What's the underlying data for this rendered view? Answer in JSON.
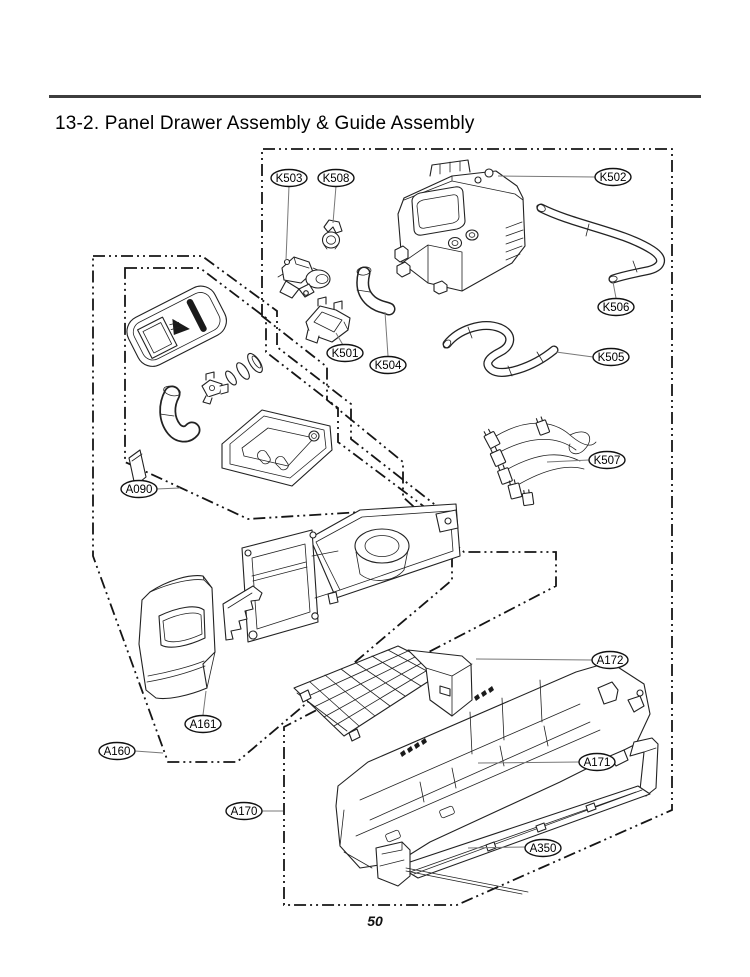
{
  "page": {
    "title": "13-2. Panel Drawer Assembly & Guide Assembly",
    "page_number": "50"
  },
  "colors": {
    "ink": "#1a1a1a",
    "rule": "#3d3d3d",
    "background": "#ffffff"
  },
  "diagram": {
    "labels": [
      {
        "text": "K503"
      },
      {
        "text": "K508"
      },
      {
        "text": "K502"
      },
      {
        "text": "K506"
      },
      {
        "text": "K505"
      },
      {
        "text": "K501"
      },
      {
        "text": "K504"
      },
      {
        "text": "K507"
      },
      {
        "text": "A090"
      },
      {
        "text": "A161"
      },
      {
        "text": "A160"
      },
      {
        "text": "A172"
      },
      {
        "text": "A171"
      },
      {
        "text": "A170"
      },
      {
        "text": "A350"
      }
    ]
  }
}
